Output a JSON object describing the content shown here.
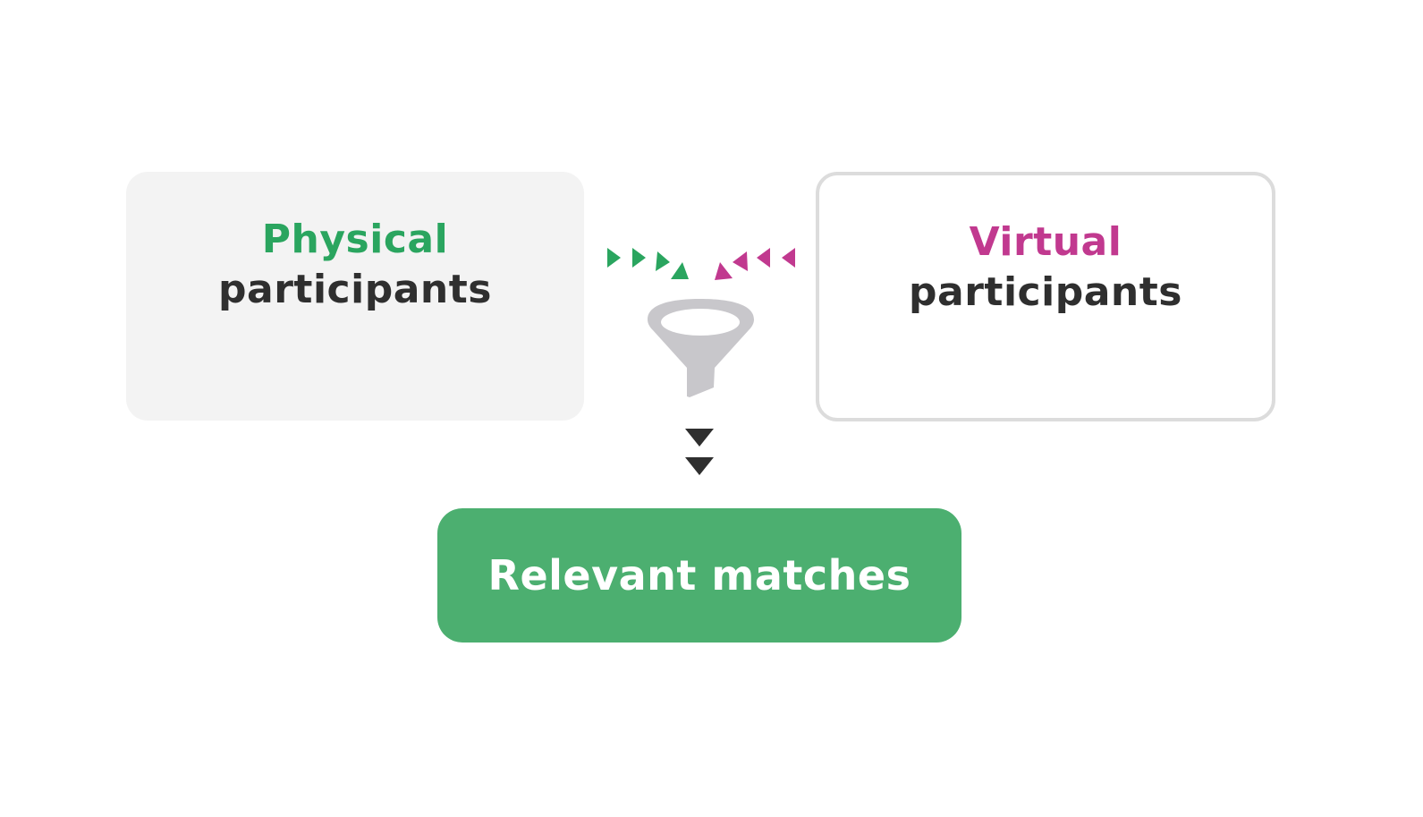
{
  "colors": {
    "physical_accent": "#2aa55f",
    "virtual_accent": "#c1398f",
    "text_dark": "#2f2f2f",
    "physical_box_bg": "#f3f3f3",
    "virtual_box_border": "#dcdcdc",
    "result_bg": "#4caf70",
    "funnel": "#c8c7cb",
    "arrow_dark": "#2f2f2f"
  },
  "physical": {
    "title": "Physical",
    "subtitle": "participants"
  },
  "virtual": {
    "title": "Virtual",
    "subtitle": "participants"
  },
  "funnel": {
    "icon": "funnel-icon"
  },
  "result": {
    "label": "Relevant matches"
  }
}
